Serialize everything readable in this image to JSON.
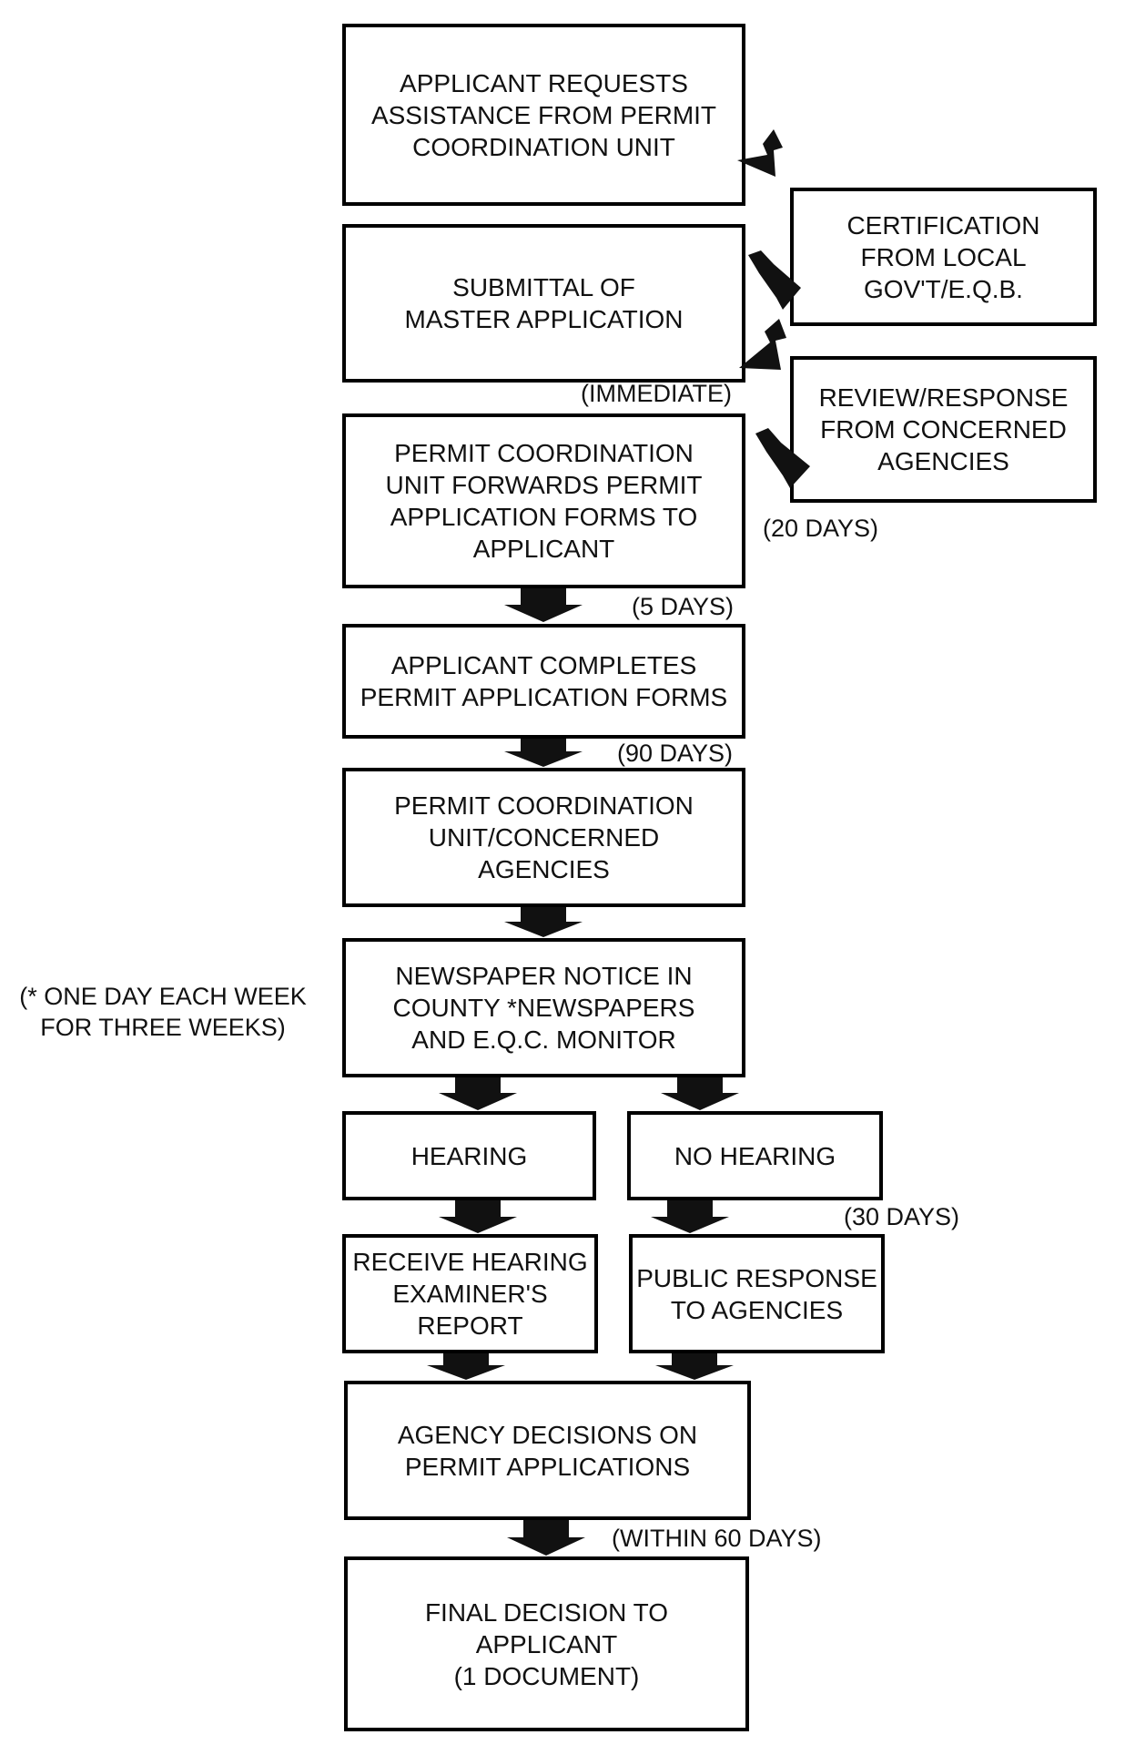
{
  "nodes": {
    "request": [
      "APPLICANT REQUESTS",
      "ASSISTANCE FROM PERMIT",
      "COORDINATION UNIT"
    ],
    "master_app": [
      "SUBMITTAL OF",
      "MASTER APPLICATION"
    ],
    "certification": [
      "CERTIFICATION",
      "FROM LOCAL",
      "GOV'T/E.Q.B."
    ],
    "review": [
      "REVIEW/RESPONSE",
      "FROM CONCERNED",
      "AGENCIES"
    ],
    "forward_forms": [
      "PERMIT COORDINATION",
      "UNIT FORWARDS PERMIT",
      "APPLICATION FORMS TO",
      "APPLICANT"
    ],
    "complete_forms": [
      "APPLICANT COMPLETES",
      "PERMIT APPLICATION FORMS"
    ],
    "pcu_agencies": [
      "PERMIT COORDINATION",
      "UNIT/CONCERNED",
      "AGENCIES"
    ],
    "newspaper": [
      "NEWSPAPER NOTICE IN",
      "COUNTY *NEWSPAPERS",
      "AND E.Q.C. MONITOR"
    ],
    "hearing": [
      "HEARING"
    ],
    "no_hearing": [
      "NO HEARING"
    ],
    "examiner_report": [
      "RECEIVE HEARING",
      "EXAMINER'S",
      "REPORT"
    ],
    "public_response": [
      "PUBLIC RESPONSE",
      "TO AGENCIES"
    ],
    "agency_decisions": [
      "AGENCY DECISIONS ON",
      "PERMIT APPLICATIONS"
    ],
    "final_decision": [
      "FINAL DECISION TO",
      "APPLICANT",
      "(1 DOCUMENT)"
    ]
  },
  "labels": {
    "immediate": "(IMMEDIATE)",
    "twenty_days": "(20 DAYS)",
    "five_days": "(5 DAYS)",
    "ninety_days": "(90 DAYS)",
    "thirty_days": "(30 DAYS)",
    "within_sixty_days": "(WITHIN 60 DAYS)",
    "footnote": [
      "(* ONE DAY EACH WEEK",
      "FOR THREE WEEKS)"
    ]
  },
  "colors": {
    "line": "#000000",
    "arrow": "#111111",
    "text": "#111111",
    "background": "#ffffff"
  }
}
